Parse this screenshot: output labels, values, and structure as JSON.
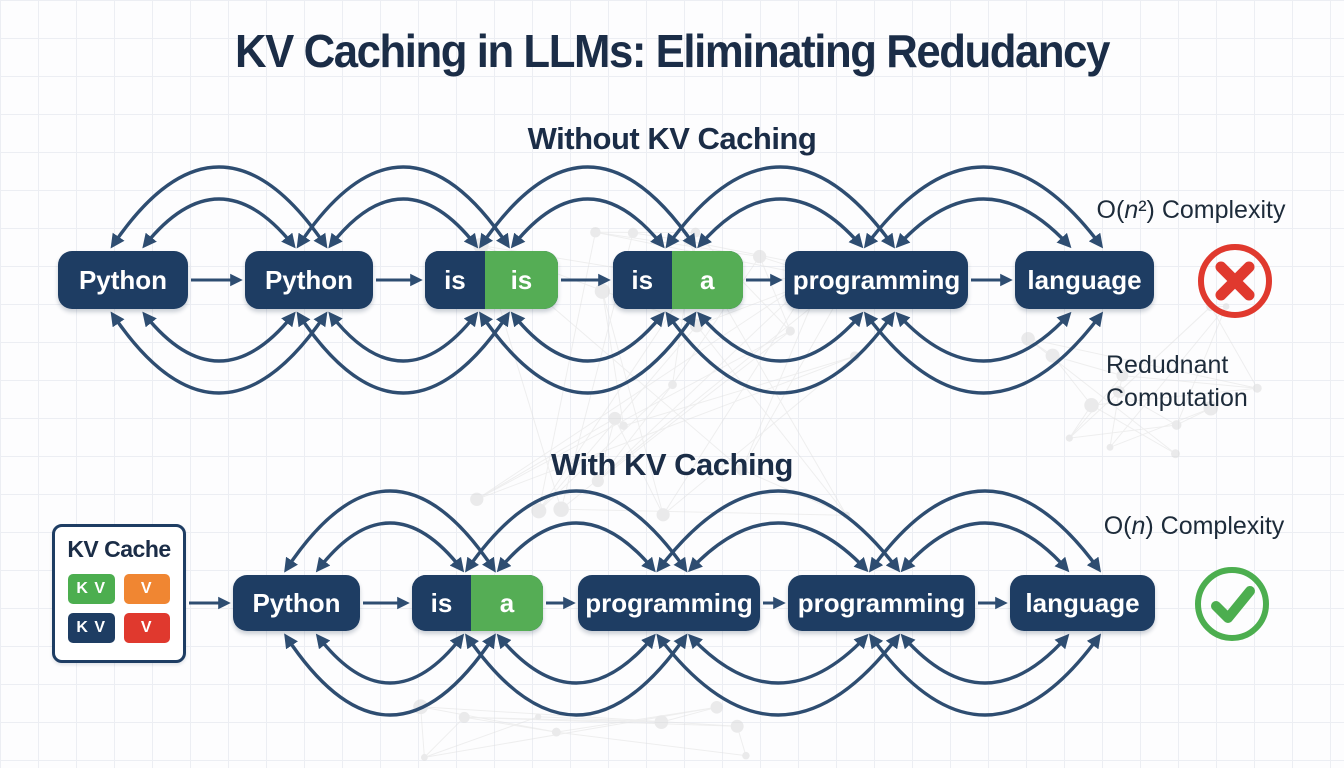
{
  "title": "KV Caching in LLMs: Eliminating Redudancy",
  "colors": {
    "navy": "#1e3d63",
    "green": "#55ad55",
    "chip_green": "#4cae4f",
    "orange": "#f08632",
    "red": "#e0392e",
    "arrow": "#2e4d71",
    "heading": "#1b2d47",
    "text": "#1d2b3a"
  },
  "sections": {
    "without": {
      "heading": "Without KV Caching",
      "tokens": [
        {
          "kind": "plain",
          "label": "Python"
        },
        {
          "kind": "plain",
          "label": "Python"
        },
        {
          "kind": "split",
          "left": "is",
          "right": "is"
        },
        {
          "kind": "split",
          "left": "is",
          "right": "a"
        },
        {
          "kind": "plain",
          "label": "programming"
        },
        {
          "kind": "plain",
          "label": "language"
        }
      ],
      "complexity": {
        "prefix": "O(",
        "variable": "n",
        "suffix": "²) Complexity"
      },
      "status_icon": "cross-icon",
      "note": "Redudnant Computation"
    },
    "with": {
      "heading": "With KV Caching",
      "cache": {
        "title": "KV Cache",
        "chips": [
          {
            "label": "K V",
            "color": "chip_green"
          },
          {
            "label": "V",
            "color": "orange"
          },
          {
            "label": "K V",
            "color": "navy"
          },
          {
            "label": "V",
            "color": "red"
          }
        ]
      },
      "tokens": [
        {
          "kind": "plain",
          "label": "Python"
        },
        {
          "kind": "split",
          "left": "is",
          "right": "a"
        },
        {
          "kind": "plain",
          "label": "programming"
        },
        {
          "kind": "plain",
          "label": "programming"
        },
        {
          "kind": "plain",
          "label": "language"
        }
      ],
      "complexity": {
        "prefix": "O(",
        "variable": "n",
        "suffix": ") Complexity"
      },
      "status_icon": "check-icon"
    }
  }
}
